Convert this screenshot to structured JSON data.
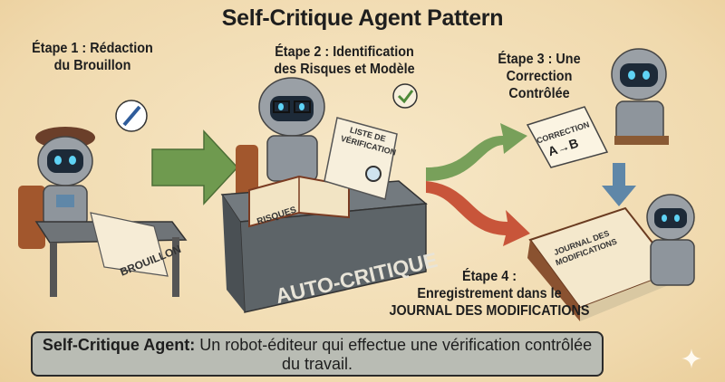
{
  "title": "Self-Critique Agent Pattern",
  "steps": {
    "step1": {
      "line1": "Étape 1 : Rédaction",
      "line2": "du Brouillon"
    },
    "step2": {
      "line1": "Étape 2 : Identification",
      "line2": "des Risques et Modèle"
    },
    "step3": {
      "line1": "Étape 3 : Une",
      "line2": "Correction",
      "line3": "Contrôlée"
    },
    "step4": {
      "line1": "Étape 4 :",
      "line2": "Enregistrement dans le",
      "line3": "JOURNAL DES MODIFICATIONS"
    }
  },
  "illustration_labels": {
    "draft_scroll": "BROUILLON",
    "risk_book": "RISQUES",
    "checklist_line1": "LISTE DE",
    "checklist_line2": "VÉRIFICATION",
    "desk": "AUTO-CRITIQUE",
    "correction_line1": "CORRECTION",
    "correction_line2": "A→B",
    "journal_line1": "JOURNAL DES",
    "journal_line2": "MODIFICATIONS"
  },
  "caption": {
    "bold": "Self-Critique Agent:",
    "text": " Un robot-éditeur qui effectue une vérification contrôlée du travail."
  },
  "colors": {
    "background": "#f2dfb9",
    "green_arrow": "#6f9a4f",
    "red_arrow": "#c8553a",
    "blue_arrow": "#5f87a8",
    "caption_bg": "#b9bcb4"
  }
}
